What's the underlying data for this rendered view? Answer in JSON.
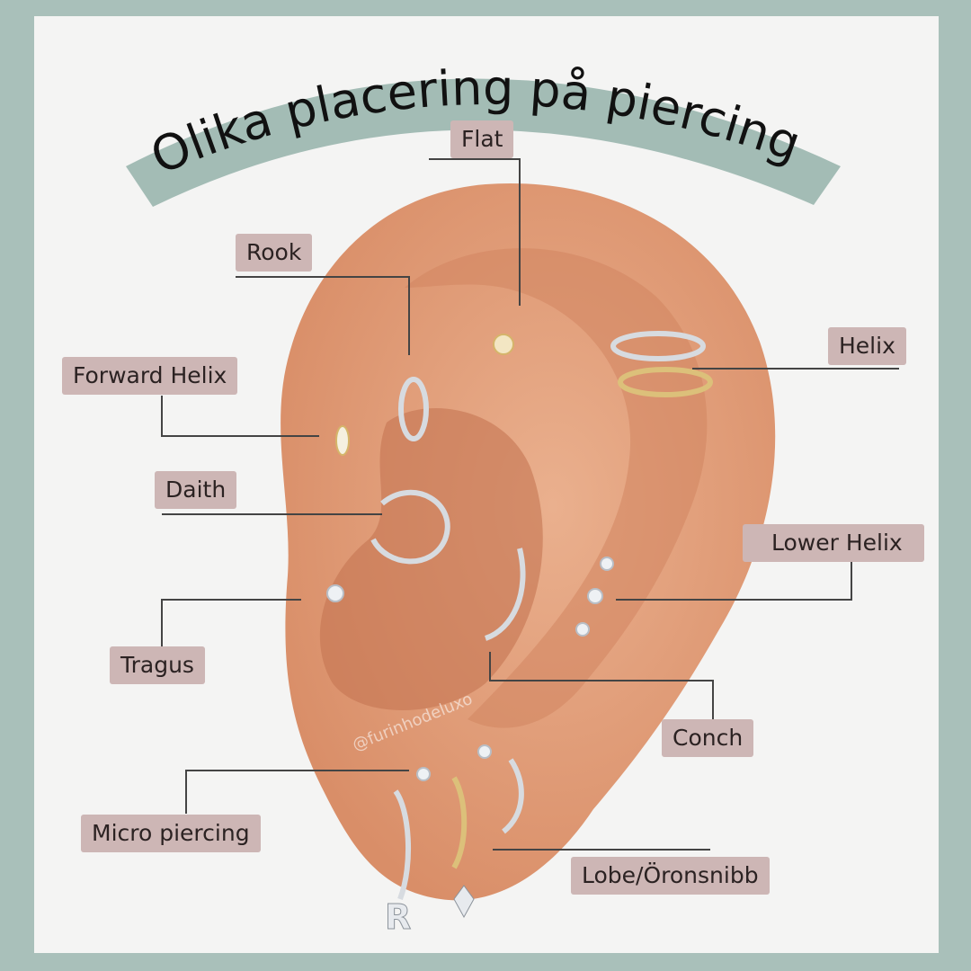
{
  "title": "Olika placering på piercing",
  "watermark": "@furinhodeluxo",
  "labels": {
    "flat": "Flat",
    "rook": "Rook",
    "forward_helix": "Forward Helix",
    "daith": "Daith",
    "tragus": "Tragus",
    "helix": "Helix",
    "lower_helix": "Lower Helix",
    "conch": "Conch",
    "micro_piercing": "Micro piercing",
    "lobe": "Lobe/Öronsnibb"
  },
  "charm_letter": "R",
  "colors": {
    "frame": "#a9c0ba",
    "banner": "#a3bcb5",
    "label_bg": "#cdb6b5",
    "skin": "#e3a07c"
  }
}
